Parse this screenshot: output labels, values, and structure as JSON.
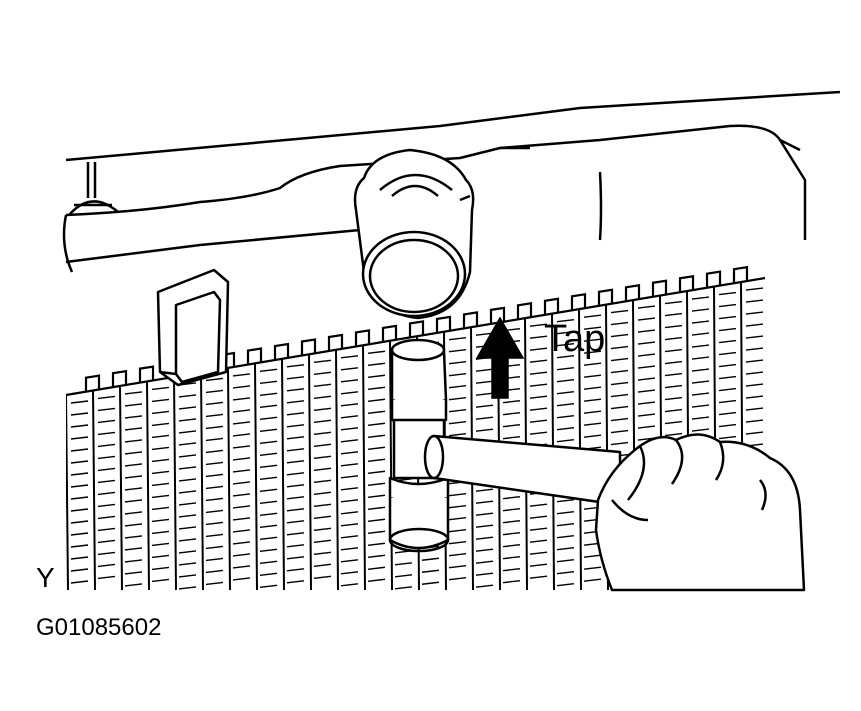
{
  "diagram": {
    "action_label": "Tap",
    "corner_mark": "Y",
    "figure_code": "G01085602",
    "colors": {
      "ink": "#000000",
      "paper": "#ffffff"
    },
    "parts": [
      "radiator-tank",
      "radiator-core",
      "tank-tabs",
      "drain-cock",
      "side-bracket",
      "cap-tool",
      "bar-tool",
      "hand",
      "tap-arrow-icon"
    ]
  }
}
